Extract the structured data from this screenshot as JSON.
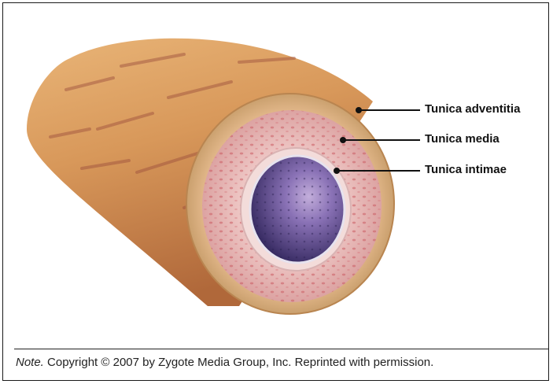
{
  "labels": {
    "adventitia": "Tunica adventitia",
    "media": "Tunica media",
    "intimae": "Tunica intimae"
  },
  "note": {
    "prefix": "Note.",
    "text": " Copyright © 2007 by Zygote Media Group, Inc. Reprinted with permission."
  },
  "colors": {
    "vessel_outer": "#d89a5e",
    "media_pink": "#e7b6b4",
    "lumen_purple": "#4e3e86",
    "leader_line": "#111111"
  }
}
